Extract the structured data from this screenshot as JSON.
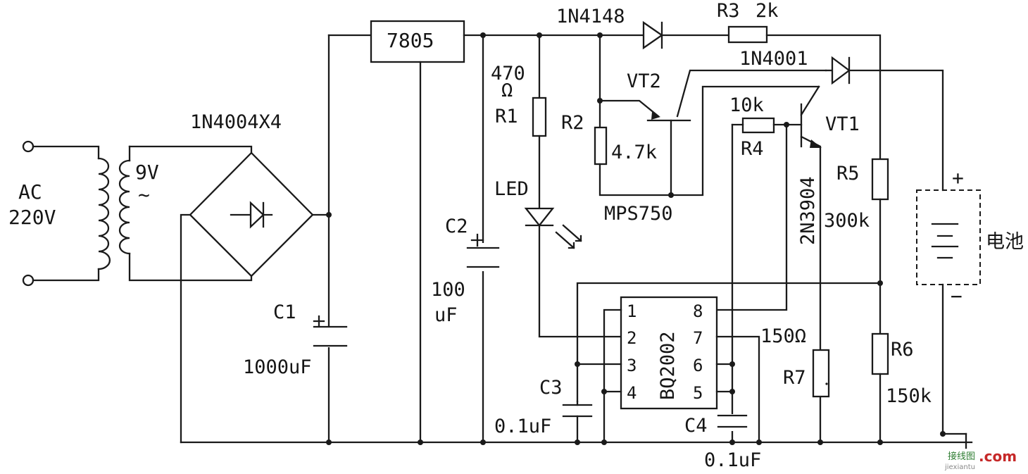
{
  "labels": {
    "ac": "AC",
    "mains": "220V",
    "secondary": "9V",
    "tilde": "~",
    "bridge": "1N4004X4",
    "c1": "C1",
    "c1_val": "1000uF",
    "reg": "7805",
    "c2": "C2",
    "c2_val_num": "100",
    "c2_val_unit": "uF",
    "r1_val_num": "470",
    "r1_val_unit": "Ω",
    "r1": "R1",
    "led": "LED",
    "d_1n4148": "1N4148",
    "r3": "R3",
    "r3_val": "2k",
    "r2": "R2",
    "r2_val": "4.7k",
    "vt2": "VT2",
    "mps750": "MPS750",
    "d_1n4001": "1N4001",
    "r4_val": "10k",
    "r4": "R4",
    "vt1": "VT1",
    "n3904": "2N3904",
    "r5": "R5",
    "r5_val": "300k",
    "battery": "电池",
    "plus": "+",
    "minus": "−",
    "ic": "BQ2002",
    "r7_val": "150Ω",
    "r7": "R7",
    "r6": "R6",
    "r6_val": "150k",
    "c3": "C3",
    "c3_val": "0.1uF",
    "c4": "C4",
    "c4_val": "0.1uF",
    "watermark": "接线图",
    "watermark_com": ".com",
    "watermark_url": "jiexiantu"
  },
  "ic_pins": {
    "left": [
      "1",
      "2",
      "3",
      "4"
    ],
    "right": [
      "8",
      "7",
      "6",
      "5"
    ]
  }
}
